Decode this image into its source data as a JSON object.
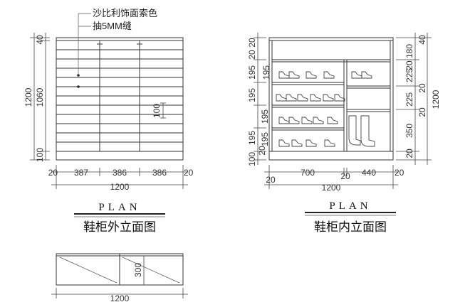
{
  "annotations": {
    "material": "沙比利饰面索色",
    "drawer": "抽5MM缝"
  },
  "left_view": {
    "plan_label": "PLAN",
    "caption": "鞋柜外立面图",
    "dim_overall_height": "1200",
    "dim_top": "40",
    "dim_body": "1060",
    "dim_bottom": "100",
    "dim_handle": "100",
    "dim_width_left_edge": "20",
    "dim_door1": "387",
    "dim_door2": "386",
    "dim_door3": "386",
    "dim_width_right_edge": "20",
    "dim_total_width": "1200"
  },
  "right_view": {
    "plan_label": "PLAN",
    "caption": "鞋柜内立面图",
    "left_dims": [
      "20",
      "20",
      "195",
      "195",
      "195",
      "195",
      "20",
      "100"
    ],
    "dim_left_mid_195": "195",
    "dim_left_mid_195b": "195",
    "right_dims": [
      "180",
      "20",
      "225",
      "20",
      "225",
      "20",
      "350",
      "20"
    ],
    "dim_overall_height": "1200",
    "dim_top_40": "40",
    "dim_edge_left": "20",
    "dim_bay_left": "700",
    "dim_mid": "20",
    "dim_bay_right": "440",
    "dim_edge_right": "20",
    "dim_total_width": "1200"
  },
  "plan_view": {
    "dim_depth": "300",
    "dim_width": "1200"
  }
}
